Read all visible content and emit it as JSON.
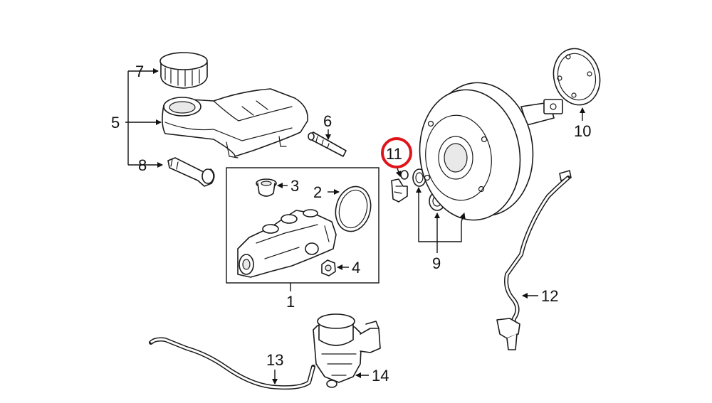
{
  "diagram": {
    "highlight_color": "#e0141b",
    "callouts": [
      {
        "id": "c1",
        "text": "1"
      },
      {
        "id": "c2",
        "text": "2"
      },
      {
        "id": "c3",
        "text": "3"
      },
      {
        "id": "c4",
        "text": "4"
      },
      {
        "id": "c5",
        "text": "5"
      },
      {
        "id": "c6",
        "text": "6"
      },
      {
        "id": "c7",
        "text": "7"
      },
      {
        "id": "c8",
        "text": "8"
      },
      {
        "id": "c9",
        "text": "9"
      },
      {
        "id": "c10",
        "text": "10"
      },
      {
        "id": "c11",
        "text": "11"
      },
      {
        "id": "c12",
        "text": "12"
      },
      {
        "id": "c13",
        "text": "13"
      },
      {
        "id": "c14",
        "text": "14"
      }
    ]
  }
}
